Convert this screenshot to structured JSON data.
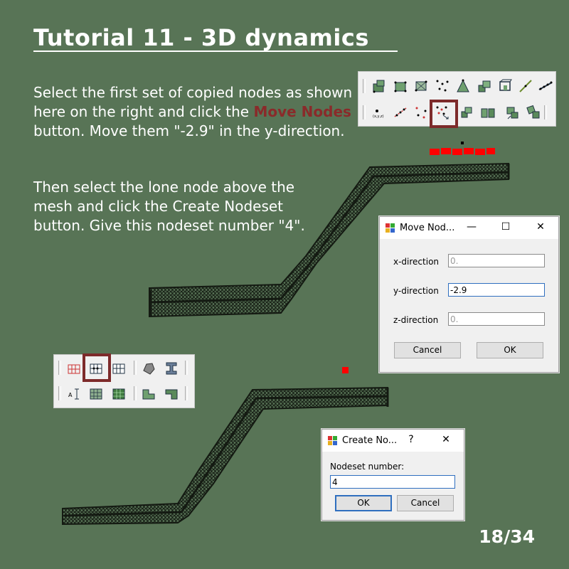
{
  "slide": {
    "title": "Tutorial 11 - 3D dynamics",
    "para1_before": "Select the first set of copied nodes as shown here on the right and click the ",
    "para1_highlight": "Move Nodes",
    "para1_after": " button. Move them \"-2.9\" in the y-direction.",
    "para2": "Then select the lone node above the mesh and click the Create Nodeset button. Give this nodeset number \"4\".",
    "page": "18/34"
  },
  "colors": {
    "background": "#587456",
    "highlight": "#8a2a2a",
    "selected_nodes": "#ff0000",
    "mesh": "#141a12"
  },
  "move_dialog": {
    "title": "Move Nod...",
    "minimize": "—",
    "maximize": "☐",
    "close": "✕",
    "x_label": "x-direction",
    "x_placeholder": "0.",
    "y_label": "y-direction",
    "y_value": "-2.9",
    "z_label": "z-direction",
    "z_placeholder": "0.",
    "cancel": "Cancel",
    "ok": "OK"
  },
  "nodeset_dialog": {
    "title": "Create No...",
    "help": "?",
    "close": "✕",
    "label": "Nodeset number:",
    "value": "4",
    "ok": "OK",
    "cancel": "Cancel"
  },
  "toolbar_top": {
    "row1_icons": [
      "mesh-block-icon",
      "box-nodes-icon",
      "box-wire-icon",
      "scatter-nodes-icon",
      "triangle-node-icon",
      "box-stack-icon",
      "frame-box-icon",
      "line-node-icon",
      "chain-nodes-icon"
    ],
    "row2_icons": [
      "node-label-icon",
      "copy-nodes-icon",
      "mirror-nodes-icon",
      "move-nodes-icon",
      "block-icon",
      "split-block-icon",
      "rotate-block-icon",
      "twist-block-icon"
    ],
    "selected": "move-nodes-icon"
  },
  "toolbar_bottom": {
    "row1_icons": [
      "red-grid-icon",
      "create-nodeset-icon",
      "grid-icon",
      "rock-icon",
      "ibeam-icon"
    ],
    "row2_icons": [
      "dimension-icon",
      "hatched-grid-icon",
      "solid-grid-icon",
      "l-block-icon",
      "corner-block-icon"
    ],
    "selected": "create-nodeset-icon"
  }
}
